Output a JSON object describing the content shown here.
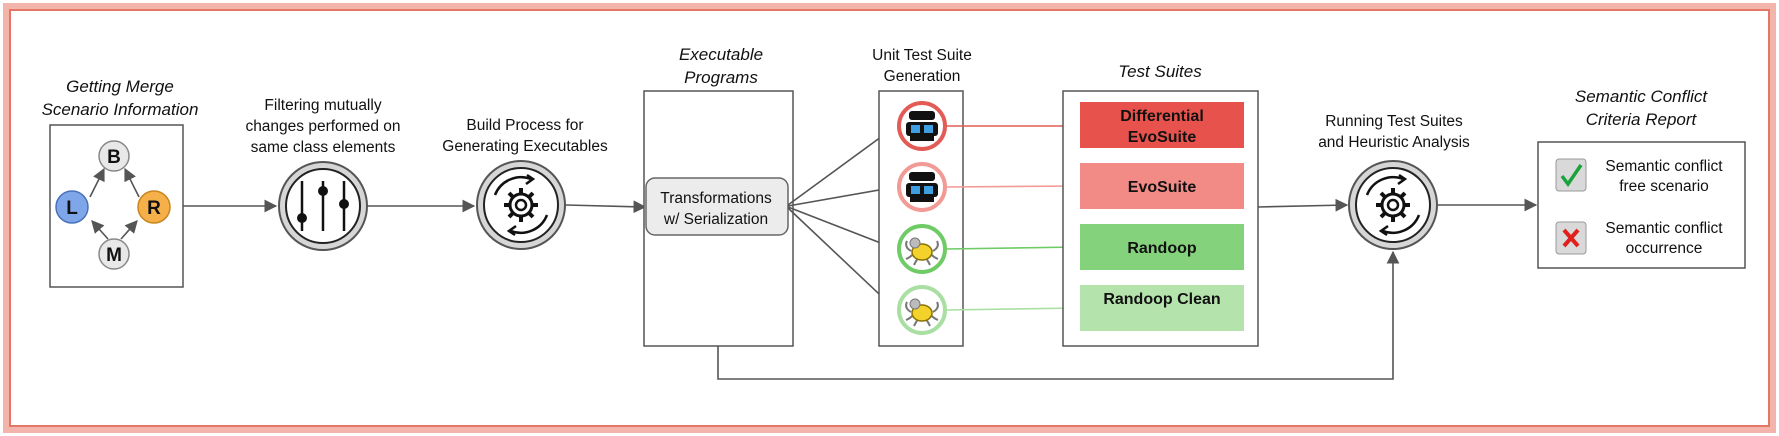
{
  "stages": {
    "merge": {
      "title_line1": "Getting Merge",
      "title_line2": "Scenario Information",
      "nodes": {
        "base": "B",
        "left": "L",
        "right": "R",
        "merge": "M"
      }
    },
    "filtering": {
      "line1": "Filtering mutually",
      "line2": "changes performed on",
      "line3": "same class elements"
    },
    "build": {
      "line1": "Build Process for",
      "line2": "Generating Executables"
    },
    "executable": {
      "title_line1": "Executable",
      "title_line2": "Programs",
      "transform_line1": "Transformations",
      "transform_line2": "w/ Serialization"
    },
    "generation": {
      "line1": "Unit Test Suite",
      "line2": "Generation"
    },
    "test_suites": {
      "title": "Test Suites",
      "items": [
        {
          "line1": "Differential",
          "line2": "EvoSuite",
          "color": "#e8524c"
        },
        {
          "line1": "EvoSuite",
          "line2": "",
          "color": "#f28b86"
        },
        {
          "line1": "Randoop",
          "line2": "",
          "color": "#84d27c"
        },
        {
          "line1": "Randoop Clean",
          "line2": "",
          "color": "#b4e3ac"
        }
      ]
    },
    "running": {
      "line1": "Running Test Suites",
      "line2": "and Heuristic Analysis"
    },
    "report": {
      "title_line1": "Semantic Conflict",
      "title_line2": "Criteria Report",
      "free_line1": "Semantic conflict",
      "free_line2": "free scenario",
      "occ_line1": "Semantic conflict",
      "occ_line2": "occurrence"
    }
  },
  "colors": {
    "frame_outer": "#f3b5ab",
    "frame_inner": "#e27766",
    "node_left": "#7ea6e8",
    "node_right": "#f6b04a",
    "node_gray": "#e8e8e8",
    "evosuite_ring_dark": "#e25b55",
    "evosuite_ring_light": "#f29a95",
    "randoop_ring_dark": "#6ecb65",
    "randoop_ring_light": "#a9dfa2",
    "check_green": "#19a33a",
    "cross_red": "#e0201c"
  },
  "icons": [
    "sliders-icon",
    "gear-cycle-icon",
    "evosuite-robot-icon",
    "randoop-bug-icon",
    "check-icon",
    "cross-icon"
  ]
}
